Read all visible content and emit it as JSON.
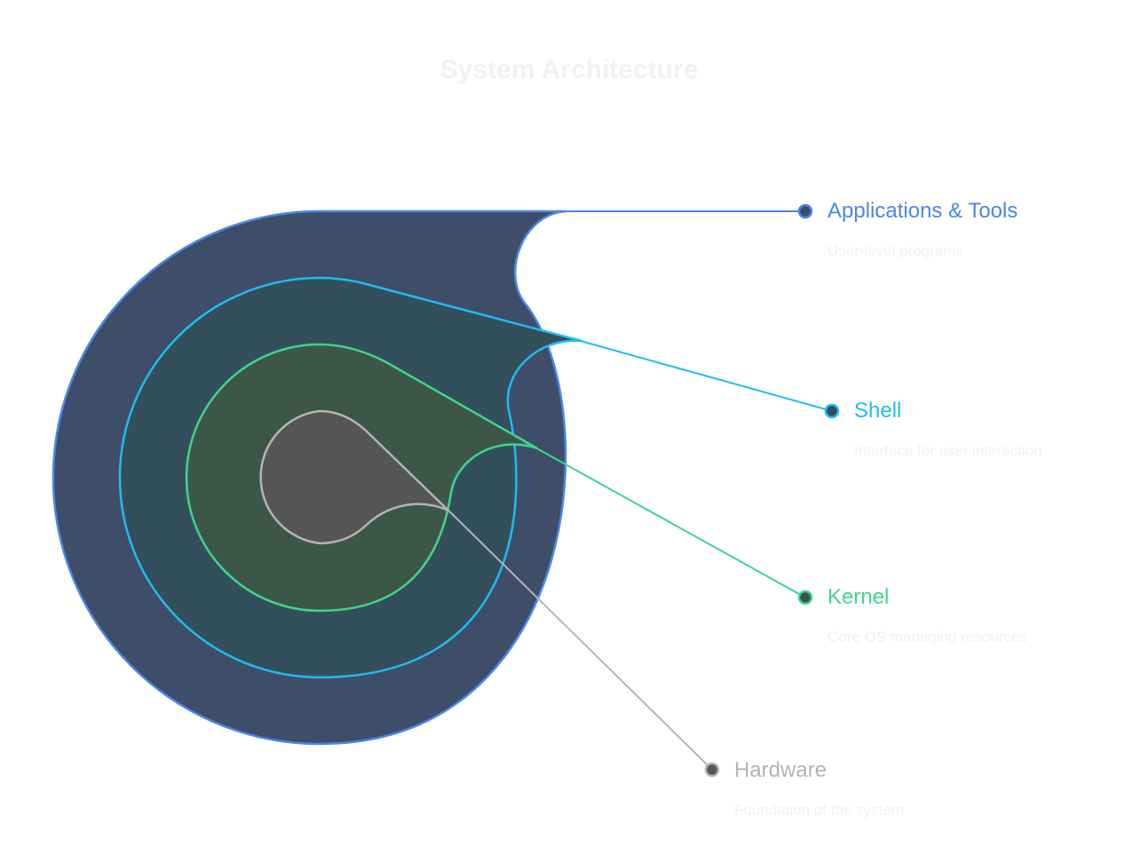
{
  "title": "System Architecture",
  "layers": [
    {
      "id": "applications",
      "label": "Applications & Tools",
      "description": "User-level programs",
      "color": "#4a86e8",
      "fill": "#3e4e68"
    },
    {
      "id": "shell",
      "label": "Shell",
      "description": "Interface for user interaction",
      "color": "#1ebcf2",
      "fill": "#344f5c"
    },
    {
      "id": "kernel",
      "label": "Kernel",
      "description": "Core OS managing resources",
      "color": "#3ed68c",
      "fill": "#3c5749"
    },
    {
      "id": "hardware",
      "label": "Hardware",
      "description": "Foundation of the system",
      "color": "#b4b4b4",
      "fill": "#555555"
    }
  ]
}
